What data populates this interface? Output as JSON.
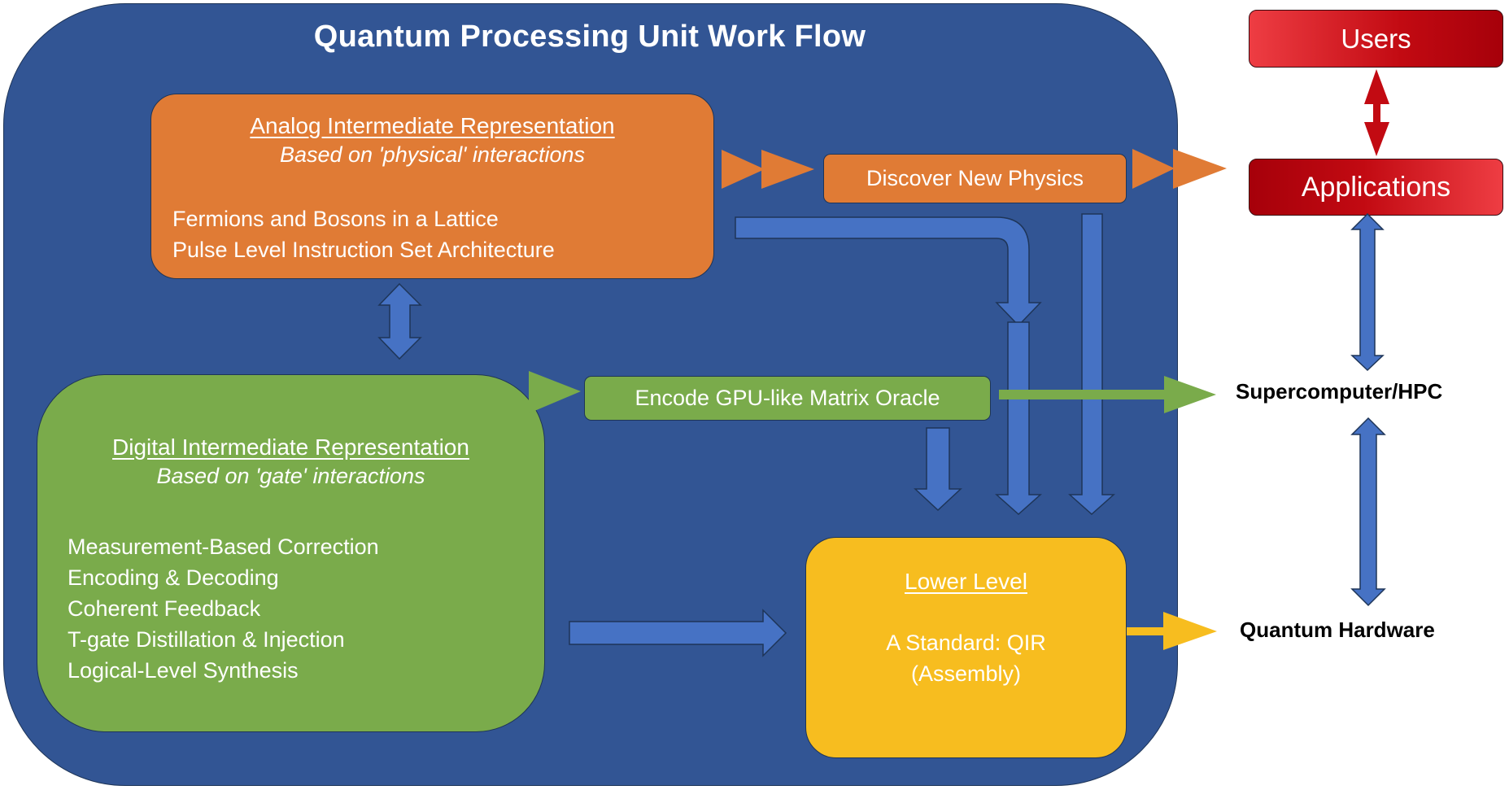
{
  "title": "Quantum Processing Unit Work Flow",
  "colors": {
    "container": "#325594",
    "analog": "#e07b35",
    "digital": "#7aab4b",
    "lower": "#f7bd1f",
    "red_dark": "#a6000a",
    "red_light": "#ee3d43",
    "blue_arrow": "#4672c4"
  },
  "analog": {
    "heading": "Analog Intermediate Representation",
    "subheading": "Based on 'physical' interactions",
    "items": [
      "Fermions and Bosons in a Lattice",
      "Pulse Level Instruction Set Architecture"
    ]
  },
  "digital": {
    "heading": "Digital Intermediate Representation",
    "subheading": "Based on 'gate' interactions",
    "items": [
      "Measurement-Based Correction",
      "Encoding & Decoding",
      "Coherent Feedback",
      "T-gate Distillation & Injection",
      "Logical-Level Synthesis"
    ]
  },
  "lower": {
    "heading": "Lower Level",
    "line1": "A Standard: QIR",
    "line2": "(Assembly)"
  },
  "discover": {
    "label": "Discover New Physics"
  },
  "oracle": {
    "label": "Encode GPU-like Matrix Oracle"
  },
  "external": {
    "users": "Users",
    "applications": "Applications",
    "hpc": "Supercomputer/HPC",
    "quantum_hardware": "Quantum Hardware"
  }
}
